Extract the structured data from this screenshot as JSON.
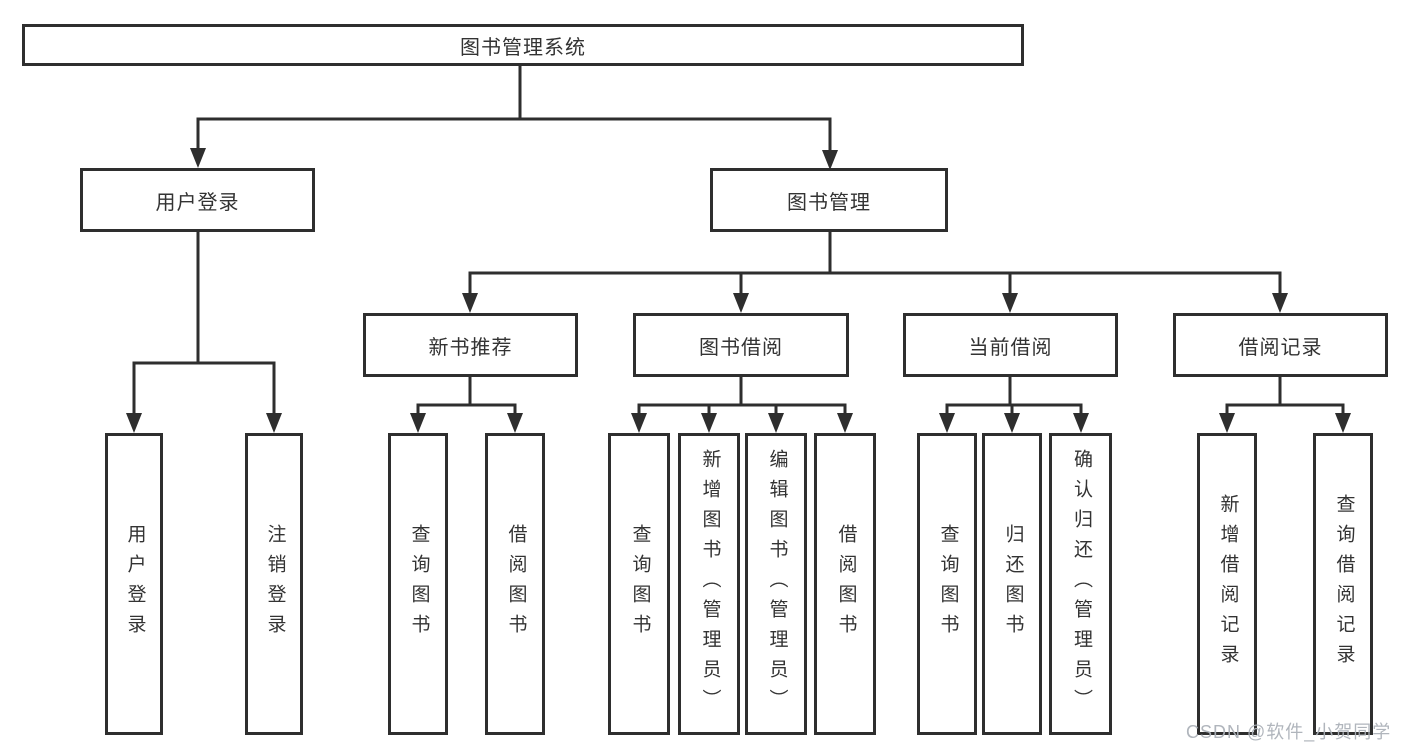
{
  "diagram": {
    "type": "tree",
    "root": {
      "label": "图书管理系统"
    },
    "level2": [
      {
        "id": "user-login",
        "label": "用户登录"
      },
      {
        "id": "book-management",
        "label": "图书管理"
      }
    ],
    "level3": [
      {
        "id": "new-book-recommend",
        "label": "新书推荐"
      },
      {
        "id": "book-borrow",
        "label": "图书借阅"
      },
      {
        "id": "current-borrow",
        "label": "当前借阅"
      },
      {
        "id": "borrow-records",
        "label": "借阅记录"
      }
    ],
    "leaves": {
      "user_login": [
        "用户登录",
        "注销登录"
      ],
      "new_book_recommend": [
        "查询图书",
        "借阅图书"
      ],
      "book_borrow": [
        "查询图书",
        "新增图书（管理员）",
        "编辑图书（管理员）",
        "借阅图书"
      ],
      "current_borrow": [
        "查询图书",
        "归还图书",
        "确认归还（管理员）"
      ],
      "borrow_records": [
        "新增借阅记录",
        "查询借阅记录"
      ]
    }
  },
  "watermark": "CSDN @软件_小贺同学",
  "colors": {
    "line": "#2e2e2e",
    "text": "#333333",
    "background": "#ffffff",
    "watermark": "#acb1b8"
  }
}
